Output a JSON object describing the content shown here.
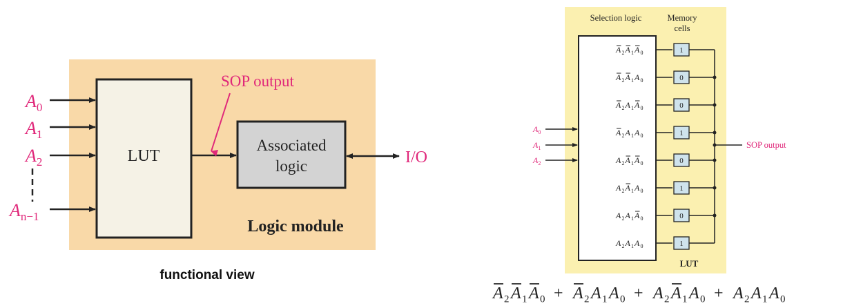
{
  "colors": {
    "panel_fill": "#f9d9a8",
    "lut_fill": "#f5f2e6",
    "assoc_fill": "#d3d3d3",
    "yellow_fill": "#fbf0b0",
    "cell_fill": "#cfe3ec",
    "pink": "#e0287a",
    "line": "#222222"
  },
  "functional_view": {
    "caption": "functional view",
    "module_label": "Logic module",
    "lut_label": "LUT",
    "assoc_label": [
      "Associated",
      "logic"
    ],
    "sop_label": "SOP output",
    "io_label": "I/O",
    "inputs": [
      {
        "base": "A",
        "sub": "0"
      },
      {
        "base": "A",
        "sub": "1"
      },
      {
        "base": "A",
        "sub": "2"
      },
      {
        "base": "A",
        "sub": "n−1"
      }
    ]
  },
  "lut_view": {
    "selection_header": "Selection logic",
    "memory_header": [
      "Memory",
      "cells"
    ],
    "lut_label": "LUT",
    "sop_label": "SOP output",
    "inputs": [
      {
        "base": "A",
        "sub": "0"
      },
      {
        "base": "A",
        "sub": "1"
      },
      {
        "base": "A",
        "sub": "2"
      }
    ],
    "rows": [
      {
        "terms": [
          [
            2,
            true
          ],
          [
            1,
            true
          ],
          [
            0,
            true
          ]
        ],
        "value": "1"
      },
      {
        "terms": [
          [
            2,
            true
          ],
          [
            1,
            true
          ],
          [
            0,
            false
          ]
        ],
        "value": "0"
      },
      {
        "terms": [
          [
            2,
            true
          ],
          [
            1,
            false
          ],
          [
            0,
            true
          ]
        ],
        "value": "0"
      },
      {
        "terms": [
          [
            2,
            true
          ],
          [
            1,
            false
          ],
          [
            0,
            false
          ]
        ],
        "value": "1"
      },
      {
        "terms": [
          [
            2,
            false
          ],
          [
            1,
            true
          ],
          [
            0,
            true
          ]
        ],
        "value": "0"
      },
      {
        "terms": [
          [
            2,
            false
          ],
          [
            1,
            true
          ],
          [
            0,
            false
          ]
        ],
        "value": "1"
      },
      {
        "terms": [
          [
            2,
            false
          ],
          [
            1,
            false
          ],
          [
            0,
            true
          ]
        ],
        "value": "0"
      },
      {
        "terms": [
          [
            2,
            false
          ],
          [
            1,
            false
          ],
          [
            0,
            false
          ]
        ],
        "value": "1"
      }
    ]
  },
  "sop_expression": {
    "terms": [
      [
        [
          2,
          true
        ],
        [
          1,
          true
        ],
        [
          0,
          true
        ]
      ],
      [
        [
          2,
          true
        ],
        [
          1,
          false
        ],
        [
          0,
          false
        ]
      ],
      [
        [
          2,
          false
        ],
        [
          1,
          true
        ],
        [
          0,
          false
        ]
      ],
      [
        [
          2,
          false
        ],
        [
          1,
          false
        ],
        [
          0,
          false
        ]
      ]
    ],
    "operator": "+"
  }
}
